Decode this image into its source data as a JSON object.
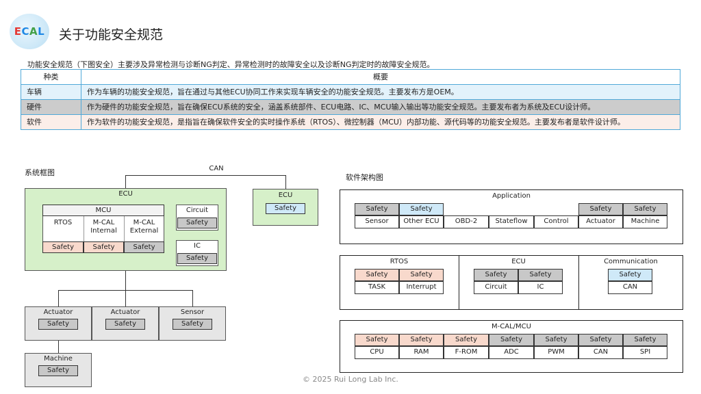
{
  "header": {
    "logo_text": "ECAL",
    "title": "关于功能安全规范"
  },
  "intro": "功能安全规范（下图安全）主要涉及异常检测与诊断NG判定、异常检测时的故障安全以及诊断NG判定时的故障安全规范。",
  "table": {
    "headers": [
      "种类",
      "概要"
    ],
    "rows": [
      {
        "kind": "车辆",
        "desc": "作为车辆的功能安全规范，旨在通过与其他ECU协同工作来实现车辆安全的功能安全规范。主要发布方是OEM。"
      },
      {
        "kind": "硬件",
        "desc": "作为硬件的功能安全规范，旨在确保ECU系统的安全，涵盖系统部件、ECU电路、IC、MCU输入输出等功能安全规范。主要发布者为系统及ECU设计师。"
      },
      {
        "kind": "软件",
        "desc": "作为软件的功能安全规范，是指旨在确保软件安全的实时操作系统（RTOS）、微控制器（MCU）内部功能、源代码等的功能安全规范。主要发布者是软件设计师。"
      }
    ]
  },
  "system": {
    "title": "系统框图",
    "can": "CAN",
    "ecu_main": "ECU",
    "mcu": "MCU",
    "rtos": "RTOS",
    "mcal_internal": "M-CAL\nInternal",
    "mcal_external": "M-CAL\nExternal",
    "circuit": "Circuit",
    "ic": "IC",
    "ecu_other": "ECU",
    "safety": "Safety",
    "actuator1": "Actuator",
    "actuator2": "Actuator",
    "sensor": "Sensor",
    "machine": "Machine"
  },
  "software": {
    "title": "软件架构图",
    "application": {
      "label": "Application",
      "modules": [
        "Sensor",
        "Other ECU",
        "OBD-2",
        "Stateflow",
        "Control",
        "Actuator",
        "Machine"
      ]
    },
    "rtos": {
      "label": "RTOS",
      "modules": [
        "TASK",
        "Interrupt"
      ]
    },
    "ecu": {
      "label": "ECU",
      "modules": [
        "Circuit",
        "IC"
      ]
    },
    "communication": {
      "label": "Communication",
      "modules": [
        "CAN"
      ]
    },
    "mcal": {
      "label": "M-CAL/MCU",
      "modules": [
        "CPU",
        "RAM",
        "F-ROM",
        "ADC",
        "PWM",
        "CAN",
        "SPI"
      ]
    },
    "safety": "Safety"
  },
  "colors": {
    "ecu_green": "#d6f0c9",
    "safety_gray": "#c8c8c8",
    "safety_pink": "#f8d9cc",
    "safety_blue": "#cfe9f8",
    "table_border": "#4fa8d8"
  },
  "footer": "© 2025 Rui Long Lab Inc."
}
